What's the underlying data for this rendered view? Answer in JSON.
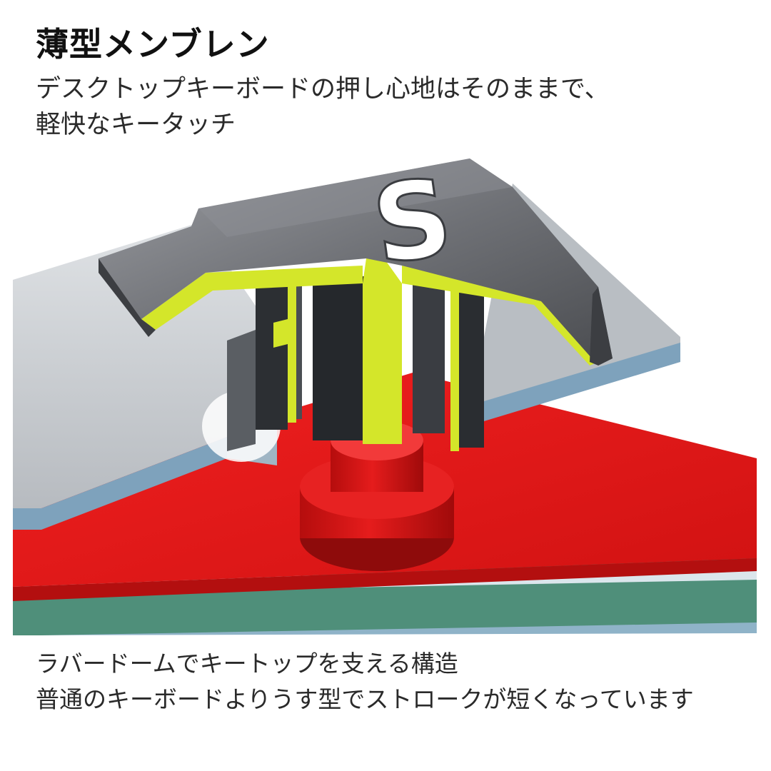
{
  "header": {
    "title": "薄型メンブレン",
    "subtitle_lines": [
      "デスクトップキーボードの押し心地はそのままで、",
      "軽快なキータッチ"
    ]
  },
  "illustration": {
    "key_letter": "S",
    "colors": {
      "membrane_red": "#e31818",
      "stem_yellow": "#d4e62a",
      "keycap_gray": "#6e7075",
      "plate_silver": "#c8ccd0",
      "plate_edge_blue": "#7ea2bc",
      "base_green": "#4f8f7a"
    }
  },
  "caption": {
    "lines": [
      "ラバードームでキートップを支える構造",
      "普通のキーボードよりうす型でストロークが短くなっています"
    ]
  }
}
